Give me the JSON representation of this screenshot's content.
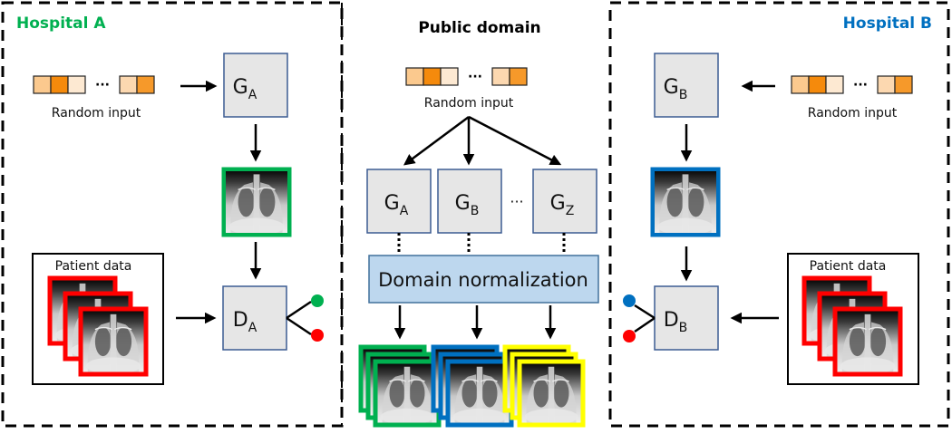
{
  "panels": {
    "hospital_a": {
      "title": "Hospital A",
      "title_color": "#00b050",
      "random_input_label": "Random input",
      "generator": {
        "symbol": "G",
        "subscript": "A"
      },
      "discriminator": {
        "symbol": "D",
        "subscript": "A"
      },
      "synthetic_frame_color": "#00b050",
      "patient_data_label": "Patient data",
      "patient_frame_color": "#ff0000",
      "output_dots": [
        "#00b050",
        "#ff0000"
      ]
    },
    "public_domain": {
      "title": "Public domain",
      "random_input_label": "Random input",
      "generators": [
        {
          "symbol": "G",
          "subscript": "A"
        },
        {
          "symbol": "G",
          "subscript": "B"
        },
        {
          "symbol": "G",
          "subscript": "Z"
        }
      ],
      "ellipsis": "···",
      "normalization_label": "Domain normalization",
      "output_stack_colors": [
        "#00b050",
        "#0070c0",
        "#ffff00"
      ]
    },
    "hospital_b": {
      "title": "Hospital B",
      "title_color": "#0070c0",
      "random_input_label": "Random input",
      "generator": {
        "symbol": "G",
        "subscript": "B"
      },
      "discriminator": {
        "symbol": "D",
        "subscript": "B"
      },
      "synthetic_frame_color": "#0070c0",
      "patient_data_label": "Patient data",
      "patient_frame_color": "#ff0000",
      "output_dots": [
        "#0070c0",
        "#ff0000"
      ]
    }
  },
  "random_input_cells": [
    "#fbc98e",
    "#f58a0c",
    "#fde9d2",
    "#fcd8b0",
    "#f6992a"
  ],
  "ellipsis": "···"
}
